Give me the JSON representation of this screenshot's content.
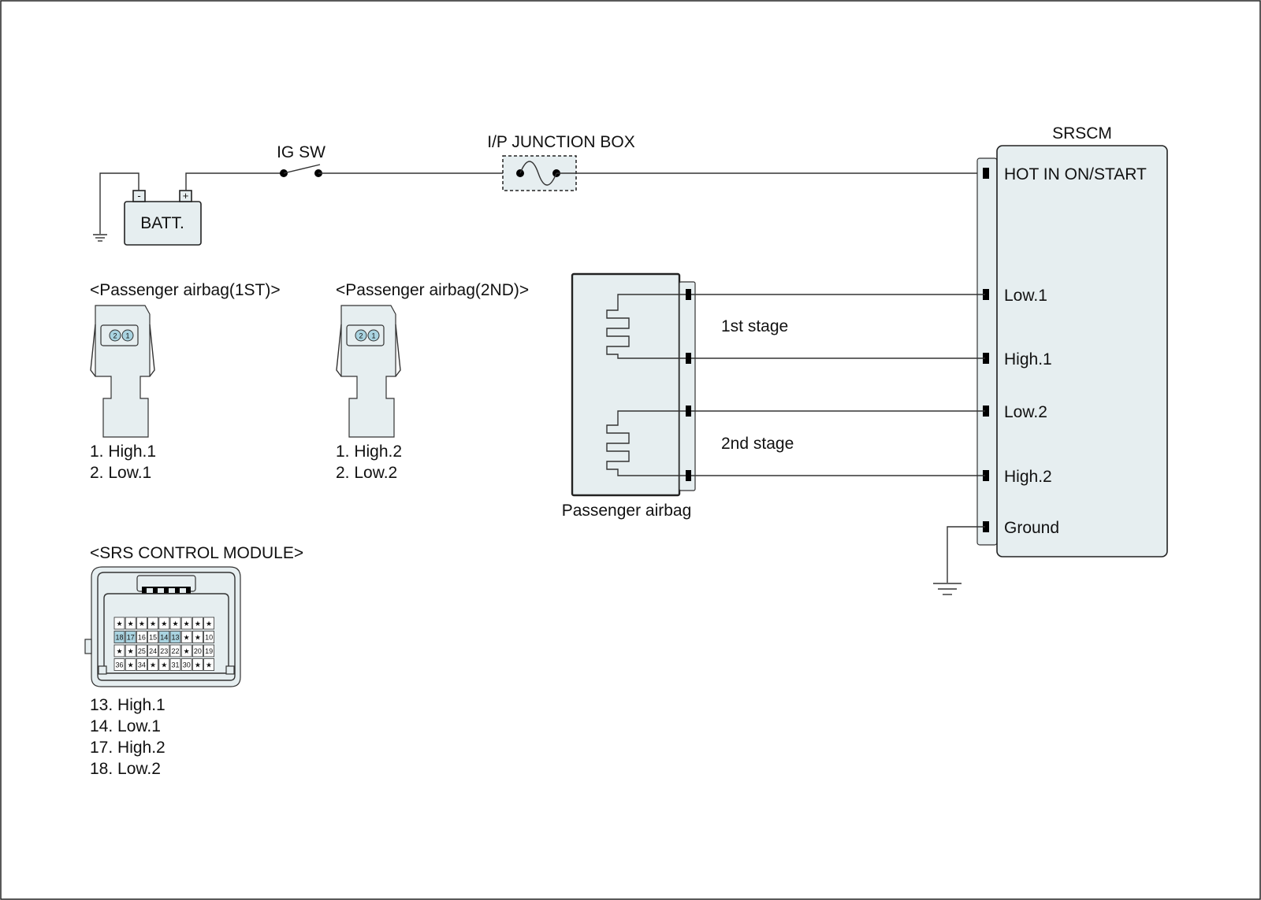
{
  "labels": {
    "ig_sw": "IG SW",
    "junction_box": "I/P JUNCTION BOX",
    "srscm": "SRSCM",
    "battery": "BATT.",
    "battery_neg": "-",
    "battery_pos": "+",
    "stage1": "1st stage",
    "stage2": "2nd stage",
    "passenger_airbag": "Passenger airbag"
  },
  "srscm_pins": [
    "HOT IN ON/START",
    "Low.1",
    "High.1",
    "Low.2",
    "High.2",
    "Ground"
  ],
  "connector_1st": {
    "title": "<Passenger airbag(1ST)>",
    "pin_numbers": [
      "2",
      "1"
    ],
    "legend": [
      "1. High.1",
      "2. Low.1"
    ]
  },
  "connector_2nd": {
    "title": "<Passenger airbag(2ND)>",
    "pin_numbers": [
      "2",
      "1"
    ],
    "legend": [
      "1. High.2",
      "2. Low.2"
    ]
  },
  "control_module": {
    "title": "<SRS CONTROL MODULE>",
    "rows": [
      [
        "★",
        "★",
        "★",
        "★",
        "★",
        "★",
        "★",
        "★",
        "★"
      ],
      [
        "18",
        "17",
        "16",
        "15",
        "14",
        "13",
        "★",
        "★",
        "10"
      ],
      [
        "★",
        "★",
        "25",
        "24",
        "23",
        "22",
        "★",
        "20",
        "19"
      ],
      [
        "36",
        "★",
        "34",
        "★",
        "★",
        "31",
        "30",
        "★",
        "★"
      ]
    ],
    "highlighted_pins": [
      "18",
      "17",
      "14",
      "13"
    ],
    "legend": [
      "13. High.1",
      "14. Low.1",
      "17. High.2",
      "18. Low.2"
    ]
  },
  "colors": {
    "fill": "#e6eef0",
    "highlight": "#a9d3e0",
    "line": "#333333"
  }
}
